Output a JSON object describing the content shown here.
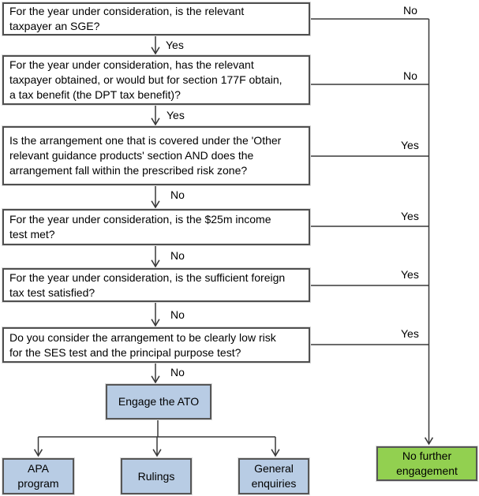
{
  "flow": {
    "questions": [
      {
        "text": "For the year under consideration, is the relevant\ntaxpayer an SGE?",
        "down_label": "Yes",
        "side_label": "No"
      },
      {
        "text": "For the year under consideration, has the relevant\ntaxpayer obtained, or would but for section 177F obtain,\na tax benefit (the DPT tax benefit)?",
        "down_label": "Yes",
        "side_label": "No"
      },
      {
        "text": "Is the arrangement one that is covered under the 'Other\nrelevant guidance products' section AND does the\narrangement fall within the prescribed risk zone?",
        "down_label": "No",
        "side_label": "Yes"
      },
      {
        "text": "For the year under consideration, is the $25m income\ntest met?",
        "down_label": "No",
        "side_label": "Yes"
      },
      {
        "text": "For the year under consideration, is the sufficient foreign\ntax test satisfied?",
        "down_label": "No",
        "side_label": "Yes"
      },
      {
        "text": "Do you consider the arrangement to be clearly low risk\nfor the SES test and the principal purpose test?",
        "down_label": "No",
        "side_label": "Yes"
      }
    ],
    "engage": {
      "label": "Engage the ATO"
    },
    "outcomes": [
      {
        "label": "APA\nprogram"
      },
      {
        "label": "Rulings"
      },
      {
        "label": "General\nenquiries"
      }
    ],
    "terminal": {
      "label": "No further\nengagement"
    },
    "colors": {
      "action_fill": "#b8cce4",
      "terminal_fill": "#92d050"
    }
  }
}
